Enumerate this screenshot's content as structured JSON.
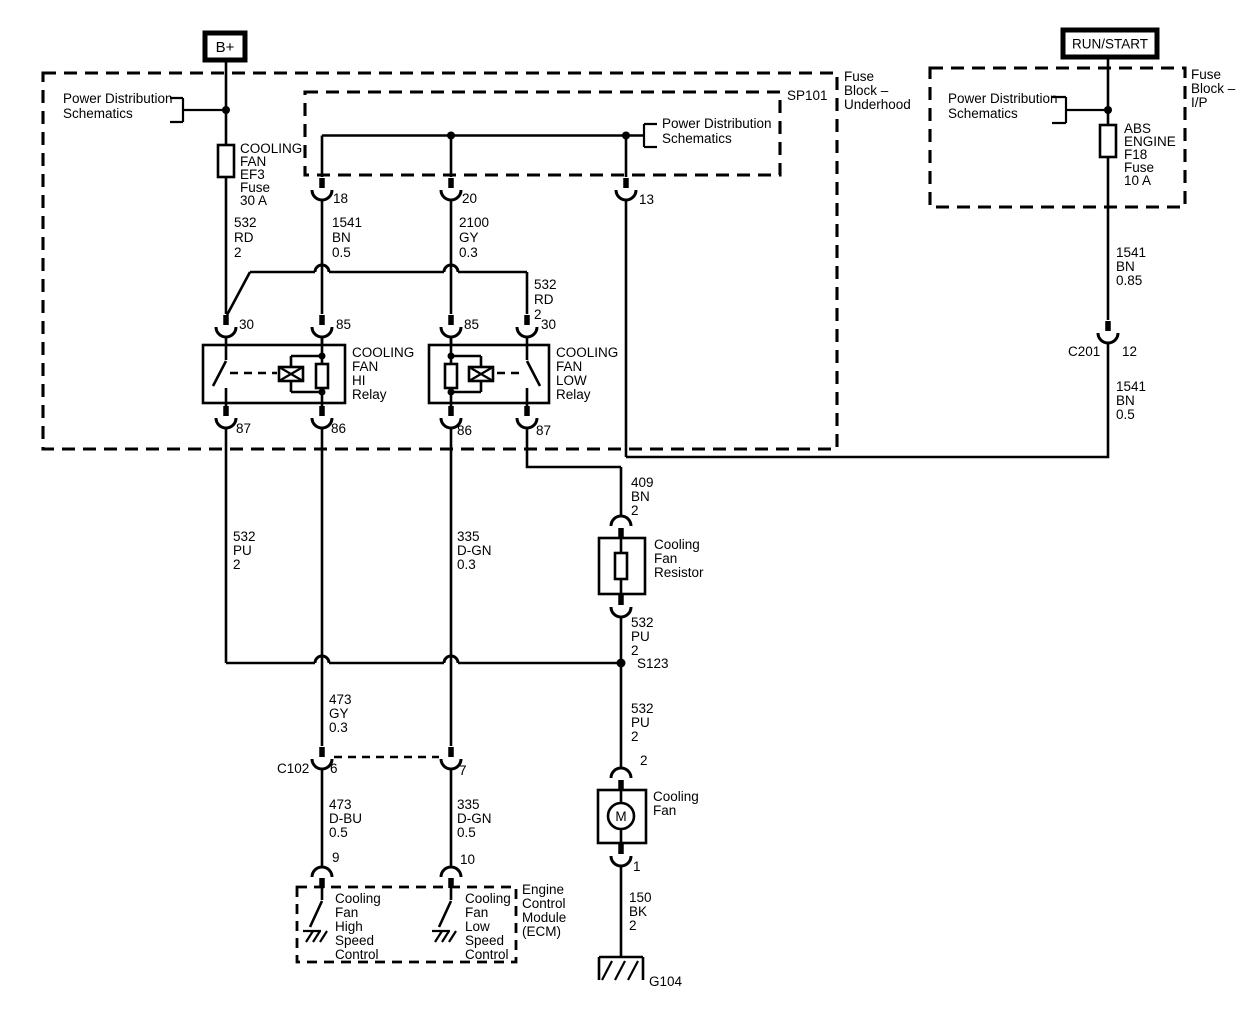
{
  "terminals": {
    "b_plus": "B+",
    "run_start": "RUN/START"
  },
  "power_distribution": [
    "Power Distribution",
    "Schematics"
  ],
  "fuse_blocks": {
    "underhood": [
      "Fuse",
      "Block –",
      "Underhood"
    ],
    "sp101": "SP101",
    "ip": [
      "Fuse",
      "Block –",
      "I/P"
    ]
  },
  "fuses": {
    "ef3": [
      "COOLING",
      "FAN",
      "EF3",
      "Fuse",
      "30 A"
    ],
    "abs": [
      "ABS",
      "ENGINE",
      "F18",
      "Fuse",
      "10 A"
    ]
  },
  "relays": {
    "hi": [
      "COOLING",
      "FAN",
      "HI",
      "Relay"
    ],
    "low": [
      "COOLING",
      "FAN",
      "LOW",
      "Relay"
    ]
  },
  "components": {
    "resistor": [
      "Cooling",
      "Fan",
      "Resistor"
    ],
    "fan": [
      "Cooling",
      "Fan"
    ],
    "motor": "M",
    "ecm": [
      "Engine",
      "Control",
      "Module",
      "(ECM)"
    ],
    "ecm_high": [
      "Cooling",
      "Fan",
      "High",
      "Speed",
      "Control"
    ],
    "ecm_low": [
      "Cooling",
      "Fan",
      "Low",
      "Speed",
      "Control"
    ]
  },
  "wires": {
    "w532rd_left": [
      "532",
      "RD",
      "2"
    ],
    "w532rd_right": [
      "532",
      "RD",
      "2"
    ],
    "w1541_05_top": [
      "1541",
      "BN",
      "0.5"
    ],
    "w2100": [
      "2100",
      "GY",
      "0.3"
    ],
    "w1541_085": [
      "1541",
      "BN",
      "0.85"
    ],
    "w1541_05_right": [
      "1541",
      "BN",
      "0.5"
    ],
    "w409": [
      "409",
      "BN",
      "2"
    ],
    "w532pu_left": [
      "532",
      "PU",
      "2"
    ],
    "w335_03": [
      "335",
      "D-GN",
      "0.3"
    ],
    "w532pu_mid": [
      "532",
      "PU",
      "2"
    ],
    "w532pu_low": [
      "532",
      "PU",
      "2"
    ],
    "w473gy": [
      "473",
      "GY",
      "0.3"
    ],
    "w473dbu": [
      "473",
      "D-BU",
      "0.5"
    ],
    "w335_05": [
      "335",
      "D-GN",
      "0.5"
    ],
    "w150bk": [
      "150",
      "BK",
      "2"
    ]
  },
  "pins": {
    "p18": "18",
    "p20": "20",
    "p13": "13",
    "p30_hi": "30",
    "p85_hi": "85",
    "p85_low": "85",
    "p30_low": "30",
    "p87_hi": "87",
    "p86_hi": "86",
    "p86_low": "86",
    "p87_low": "87",
    "p12": "12",
    "p6": "6",
    "p7": "7",
    "p9": "9",
    "p10": "10",
    "p2": "2",
    "p1": "1"
  },
  "connectors": {
    "c201": "C201",
    "c102": "C102",
    "s123": "S123",
    "g104": "G104"
  },
  "colors": {
    "line": "#000000",
    "background": "#ffffff"
  }
}
